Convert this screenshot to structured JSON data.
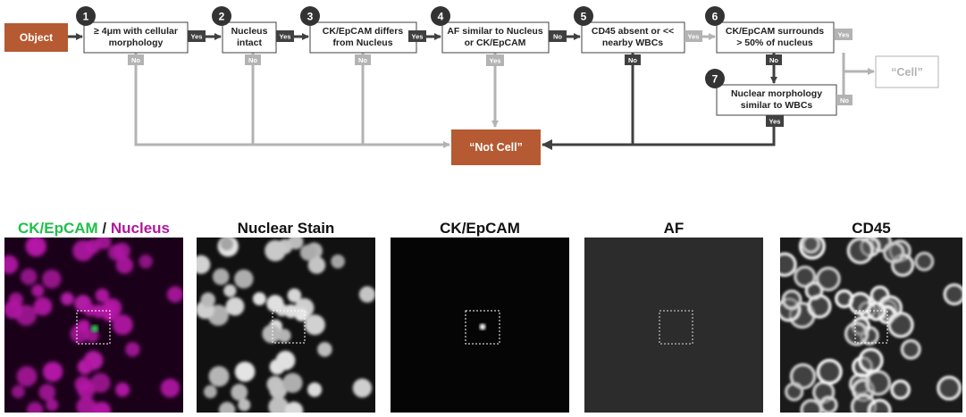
{
  "flowchart": {
    "start": "Object",
    "steps": [
      {
        "num": "1",
        "line1": "≥ 4μm with cellular",
        "line2": "morphology"
      },
      {
        "num": "2",
        "line1": "Nucleus",
        "line2": "intact"
      },
      {
        "num": "3",
        "line1": "CK/EpCAM differs",
        "line2": "from Nucleus"
      },
      {
        "num": "4",
        "line1": "AF similar to Nucleus",
        "line2": "or CK/EpCAM"
      },
      {
        "num": "5",
        "line1": "CD45 absent or <<",
        "line2": "nearby WBCs"
      },
      {
        "num": "6",
        "line1": "CK/EpCAM surrounds",
        "line2": "> 50% of nucleus"
      },
      {
        "num": "7",
        "line1": "Nuclear morphology",
        "line2": "similar to WBCs"
      }
    ],
    "labels": {
      "yes": "Yes",
      "no": "No"
    },
    "not_cell": "“Not Cell”",
    "cell": "“Cell”",
    "colors": {
      "brown": "#b55a32",
      "dark": "#404040",
      "gray": "#b3b3b3",
      "circle": "#333333"
    }
  },
  "panels": [
    {
      "id": "composite",
      "title_part1": "CK/EpCAM",
      "title_sep": " / ",
      "title_part2": "Nucleus",
      "title_color1": "#1fbf4a",
      "title_color2": "#b0189a"
    },
    {
      "id": "nuclear",
      "title": "Nuclear Stain"
    },
    {
      "id": "ck",
      "title": "CK/EpCAM"
    },
    {
      "id": "af",
      "title": "AF"
    },
    {
      "id": "cd45",
      "title": "CD45"
    }
  ]
}
